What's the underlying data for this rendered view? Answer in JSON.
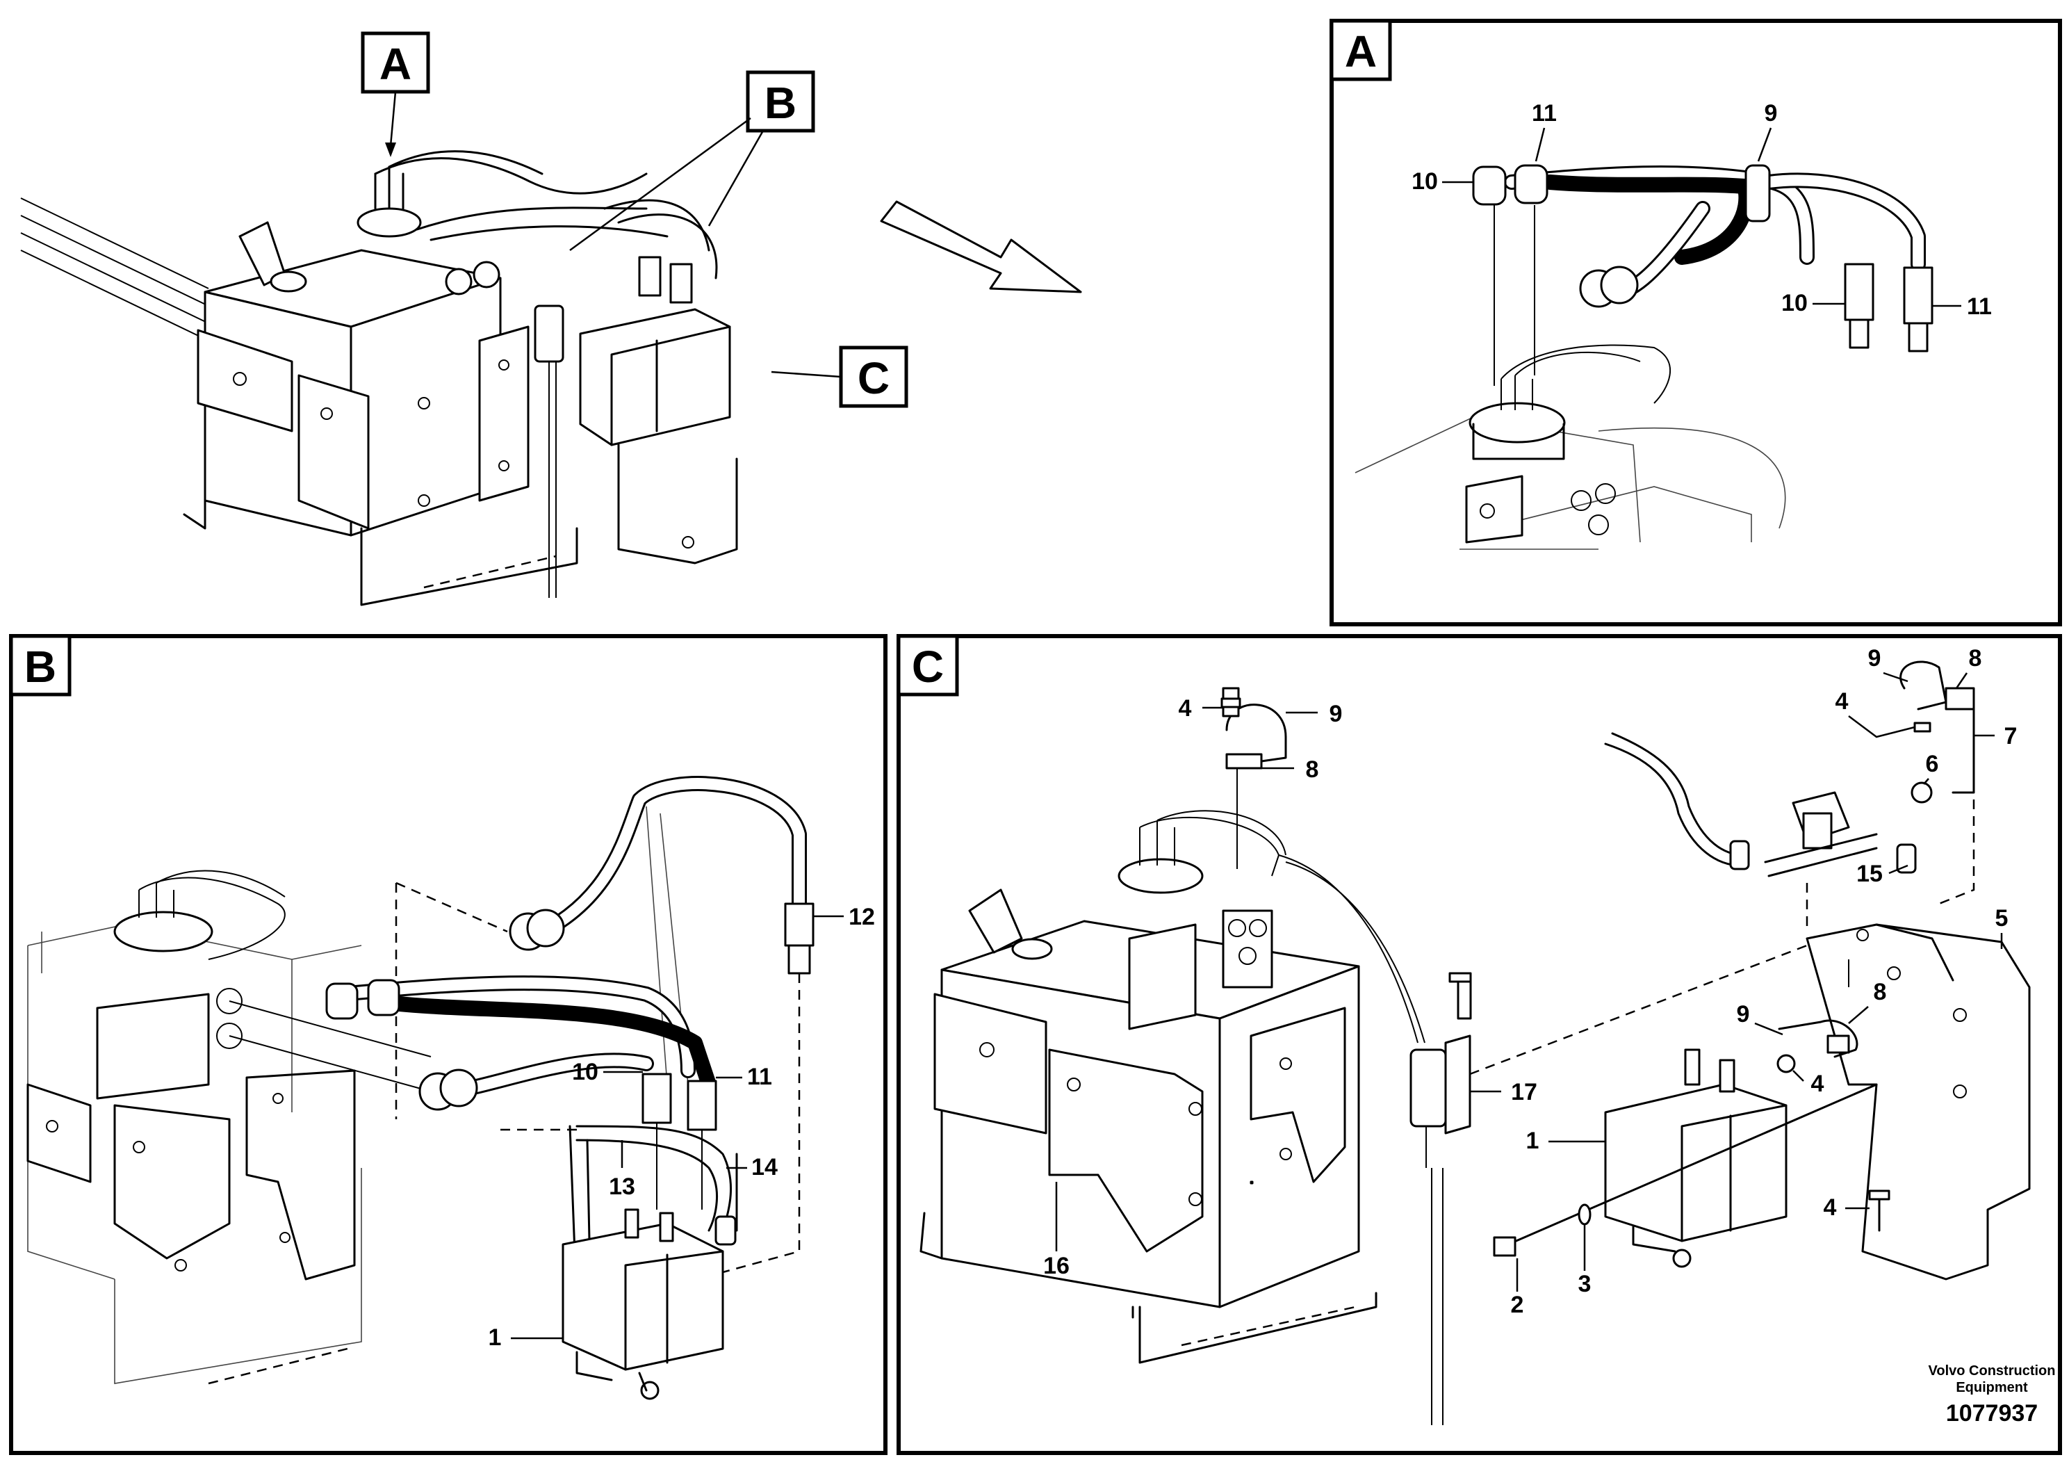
{
  "overview": {
    "tags": [
      "A",
      "B",
      "C"
    ]
  },
  "detail_a": {
    "tag": "A",
    "callouts": [
      "11",
      "9",
      "10",
      "10",
      "11"
    ]
  },
  "detail_b": {
    "tag": "B",
    "callouts": [
      "12",
      "10",
      "11",
      "13",
      "14",
      "1"
    ]
  },
  "detail_c": {
    "tag": "C",
    "callouts": [
      "4",
      "9",
      "8",
      "9",
      "8",
      "4",
      "7",
      "6",
      "15",
      "5",
      "9",
      "8",
      "4",
      "17",
      "1",
      "16",
      "4",
      "2",
      "3"
    ]
  },
  "footer": {
    "brand_line1": "Volvo Construction",
    "brand_line2": "Equipment",
    "document_number": "1077937"
  }
}
